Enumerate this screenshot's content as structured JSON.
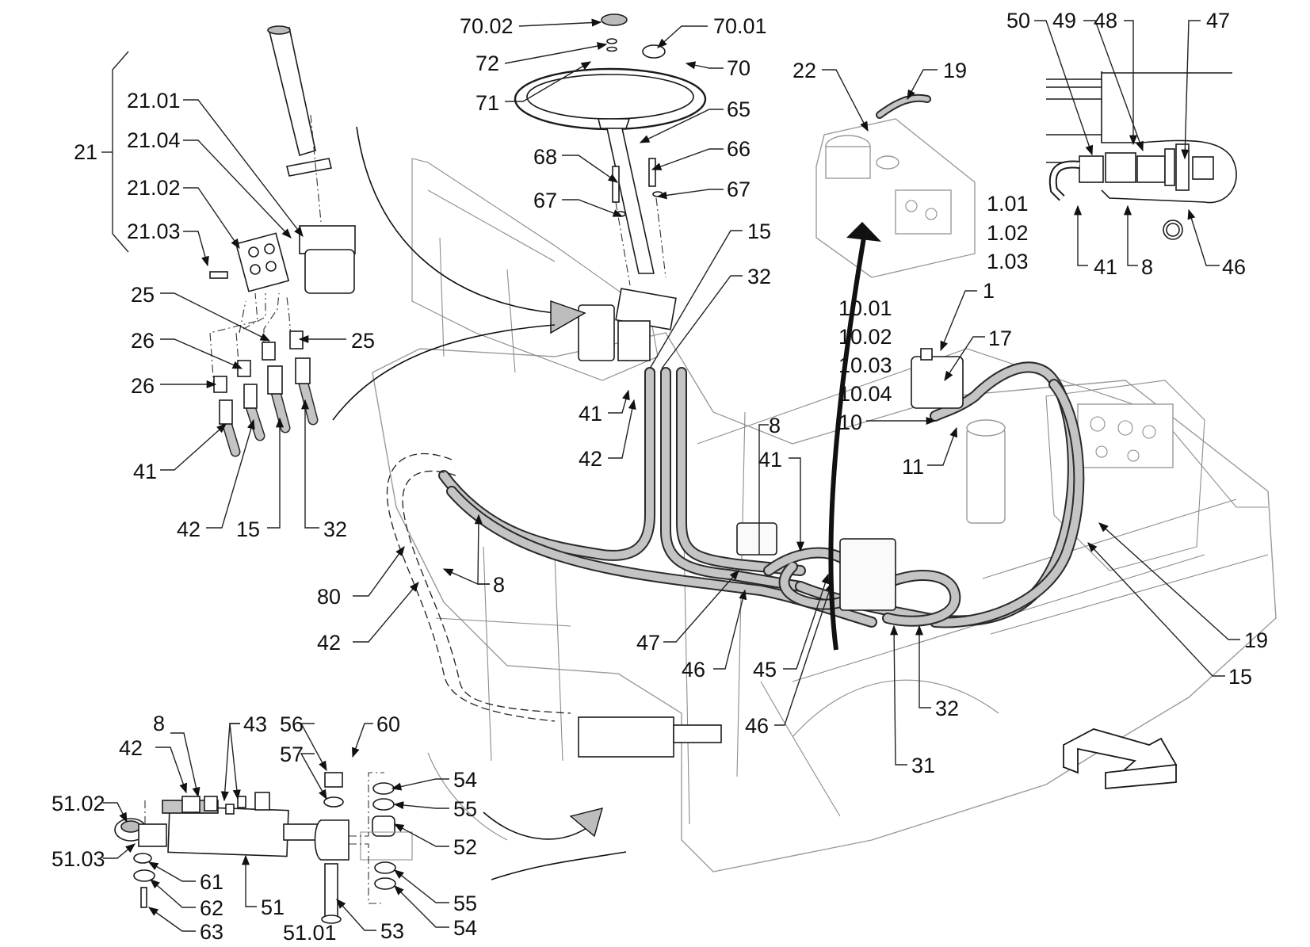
{
  "diagram": {
    "type": "exploded-parts-view",
    "subject": "steering column and hydraulic steering hose assembly",
    "accent_color": "#c4c4c4",
    "line_color": "#1a1a1a"
  },
  "callouts": {
    "c21": "21",
    "c21_01": "21.01",
    "c21_04": "21.04",
    "c21_02": "21.02",
    "c21_03": "21.03",
    "c25a": "25",
    "c25b": "25",
    "c26a": "26",
    "c26b": "26",
    "c41a": "41",
    "c42a": "42",
    "c15a": "15",
    "c32a": "32",
    "c70_02": "70.02",
    "c70_01": "70.01",
    "c72": "72",
    "c70": "70",
    "c71": "71",
    "c65": "65",
    "c68": "68",
    "c66": "66",
    "c67a": "67",
    "c67b": "67",
    "c15b": "15",
    "c32b": "32",
    "c41b": "41",
    "c42b": "42",
    "c22": "22",
    "c19a": "19",
    "c50": "50",
    "c49": "49",
    "c48": "48",
    "c47a": "47",
    "c1_01": "1.01",
    "c1_02": "1.02",
    "c1_03": "1.03",
    "c41c": "41",
    "c8a": "8",
    "c46a": "46",
    "c1": "1",
    "c17": "17",
    "c10_01": "10.01",
    "c10_02": "10.02",
    "c10_03": "10.03",
    "c10_04": "10.04",
    "c10": "10",
    "c11": "11",
    "c8b": "8",
    "c41d": "41",
    "c80": "80",
    "c8c": "8",
    "c42c": "42",
    "c47b": "47",
    "c46b": "46",
    "c45": "45",
    "c46c": "46",
    "c32c": "32",
    "c31": "31",
    "c19b": "19",
    "c15c": "15",
    "c8d": "8",
    "c43": "43",
    "c56": "56",
    "c60": "60",
    "c57": "57",
    "c42d": "42",
    "c51_02": "51.02",
    "c51_03": "51.03",
    "c54a": "54",
    "c55a": "55",
    "c52": "52",
    "c61": "61",
    "c62": "62",
    "c63": "63",
    "c51": "51",
    "c51_01": "51.01",
    "c53": "53",
    "c55b": "55",
    "c54b": "54"
  }
}
